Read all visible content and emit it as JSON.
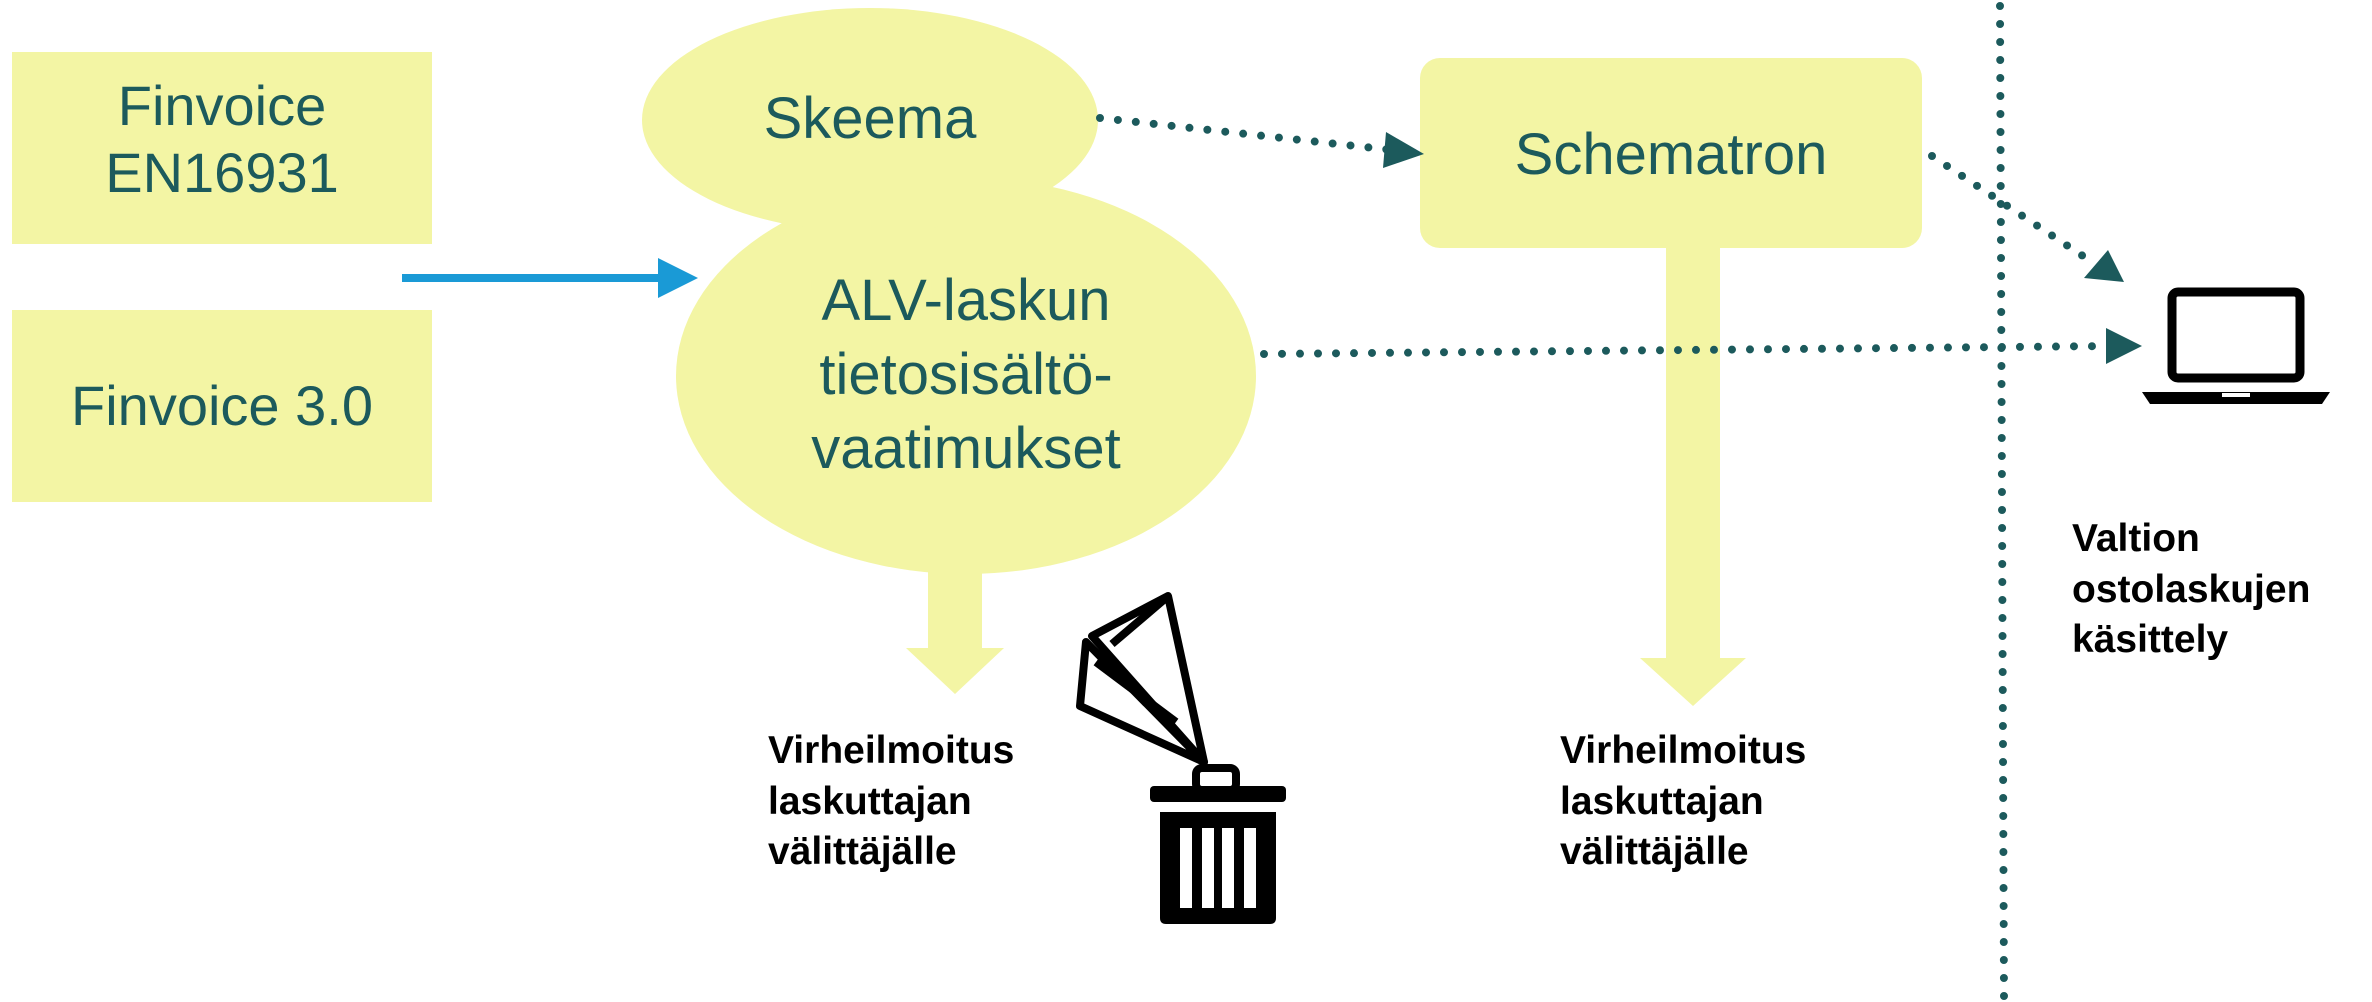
{
  "inputs": {
    "finvoice_en_line1": "Finvoice",
    "finvoice_en_line2": "EN16931",
    "finvoice_30": "Finvoice 3.0"
  },
  "nodes": {
    "skeema": "Skeema",
    "alv_line1": "ALV-laskun",
    "alv_line2": "tietosisältö-",
    "alv_line3": "vaatimukset",
    "schematron": "Schematron"
  },
  "notes": {
    "error_left": [
      "Virheilmoitus",
      "laskuttajan",
      "välittäjälle"
    ],
    "error_right": [
      "Virheilmoitus",
      "laskuttajan",
      "välittäjälle"
    ],
    "receiver": [
      "Valtion",
      "ostolaskujen",
      "käsittely"
    ]
  },
  "colors": {
    "fill": "#f3f5a4",
    "text": "#1c5a5c",
    "dotted": "#1c5a5c",
    "input_arrow": "#1a9ad6"
  },
  "icons": {
    "trash": "trash-can-icon",
    "paper_plane": "paper-plane-icon",
    "laptop": "laptop-icon"
  }
}
